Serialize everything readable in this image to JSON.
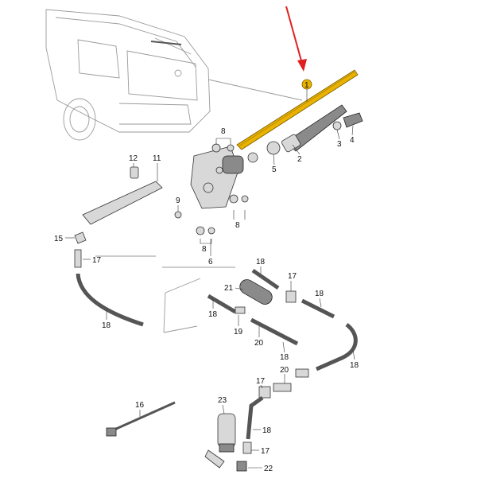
{
  "diagram": {
    "callouts": [
      {
        "id": "c1",
        "text": "1"
      },
      {
        "id": "c2",
        "text": "2"
      },
      {
        "id": "c3",
        "text": "3"
      },
      {
        "id": "c4",
        "text": "4"
      },
      {
        "id": "c5",
        "text": "5"
      },
      {
        "id": "c6",
        "text": "6"
      },
      {
        "id": "c8a",
        "text": "8"
      },
      {
        "id": "c8b",
        "text": "8"
      },
      {
        "id": "c8c",
        "text": "8"
      },
      {
        "id": "c9",
        "text": "9"
      },
      {
        "id": "c11",
        "text": "11"
      },
      {
        "id": "c12",
        "text": "12"
      },
      {
        "id": "c15",
        "text": "15"
      },
      {
        "id": "c16",
        "text": "16"
      },
      {
        "id": "c17a",
        "text": "17"
      },
      {
        "id": "c17b",
        "text": "17"
      },
      {
        "id": "c17c",
        "text": "17"
      },
      {
        "id": "c17d",
        "text": "17"
      },
      {
        "id": "c18a",
        "text": "18"
      },
      {
        "id": "c18b",
        "text": "18"
      },
      {
        "id": "c18c",
        "text": "18"
      },
      {
        "id": "c18d",
        "text": "18"
      },
      {
        "id": "c18e",
        "text": "18"
      },
      {
        "id": "c18f",
        "text": "18"
      },
      {
        "id": "c18g",
        "text": "18"
      },
      {
        "id": "c19",
        "text": "19"
      },
      {
        "id": "c20a",
        "text": "20"
      },
      {
        "id": "c20b",
        "text": "20"
      },
      {
        "id": "c21",
        "text": "21"
      },
      {
        "id": "c22",
        "text": "22"
      },
      {
        "id": "c23",
        "text": "23"
      }
    ],
    "colors": {
      "highlight": "#e8b200",
      "arrow": "#e02020",
      "line": "#333333"
    }
  }
}
